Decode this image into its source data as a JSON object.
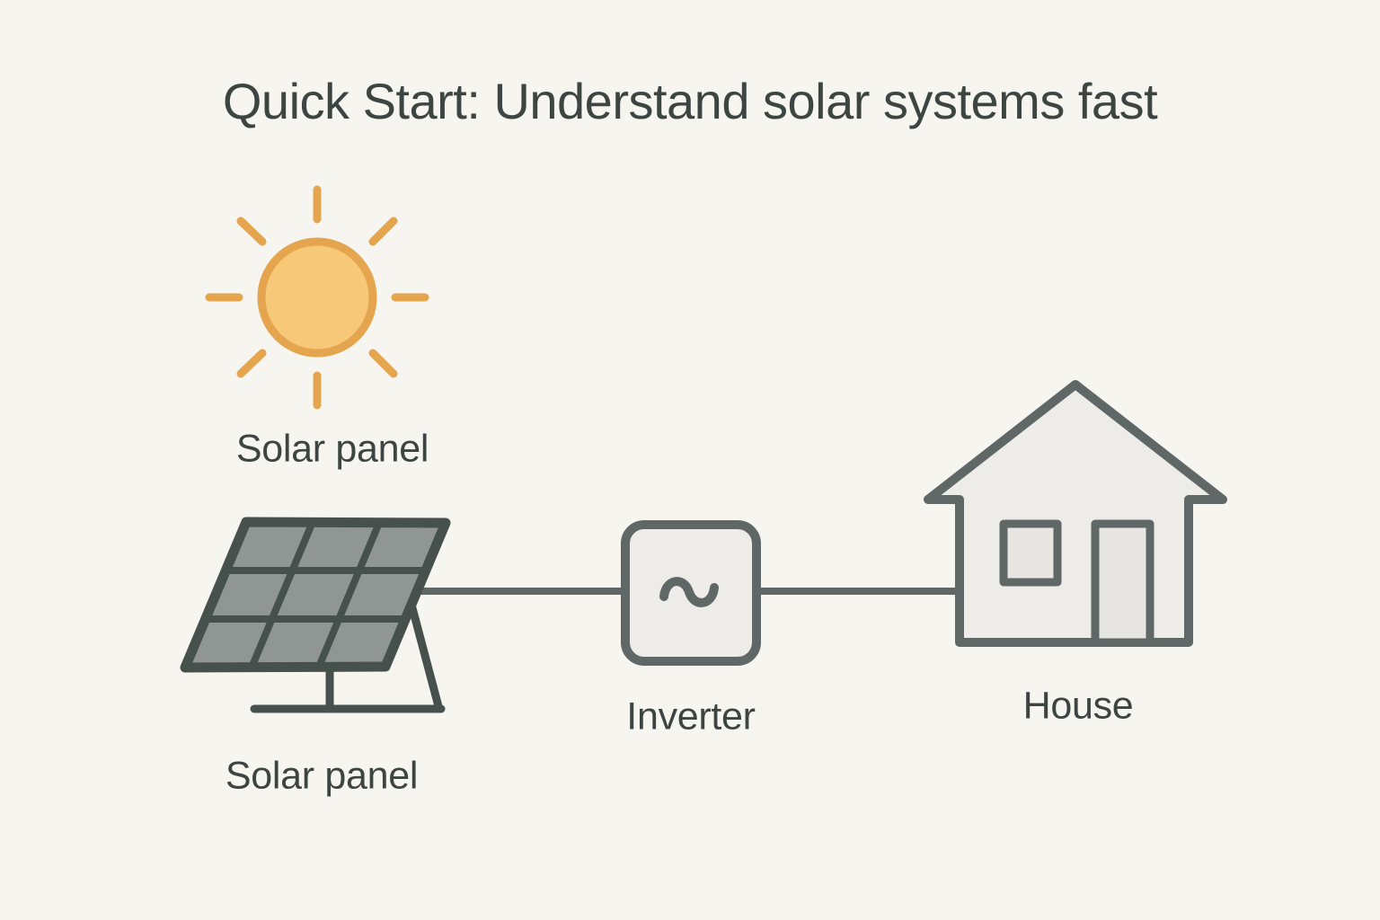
{
  "title": "Quick Start: Understand solar systems fast",
  "diagram": {
    "nodes": [
      {
        "id": "sun",
        "icon": "sun-icon",
        "label": "Solar panel"
      },
      {
        "id": "solar-panel",
        "icon": "solar-panel-icon",
        "label": "Solar panel"
      },
      {
        "id": "inverter",
        "icon": "inverter-icon",
        "label": "Inverter"
      },
      {
        "id": "house",
        "icon": "house-icon",
        "label": "House"
      }
    ],
    "connections": [
      {
        "from": "solar-panel",
        "to": "inverter"
      },
      {
        "from": "inverter",
        "to": "house"
      }
    ]
  },
  "colors": {
    "background": "#f7f5f0",
    "ink": "#3d4543",
    "outline": "#5f6866",
    "sun_fill": "#f6c878",
    "sun_stroke": "#e4a54e",
    "panel_frame": "#46504d",
    "panel_cell": "#8f9694",
    "box_fill": "#edece8",
    "inner_fill": "#e7e6e2"
  }
}
